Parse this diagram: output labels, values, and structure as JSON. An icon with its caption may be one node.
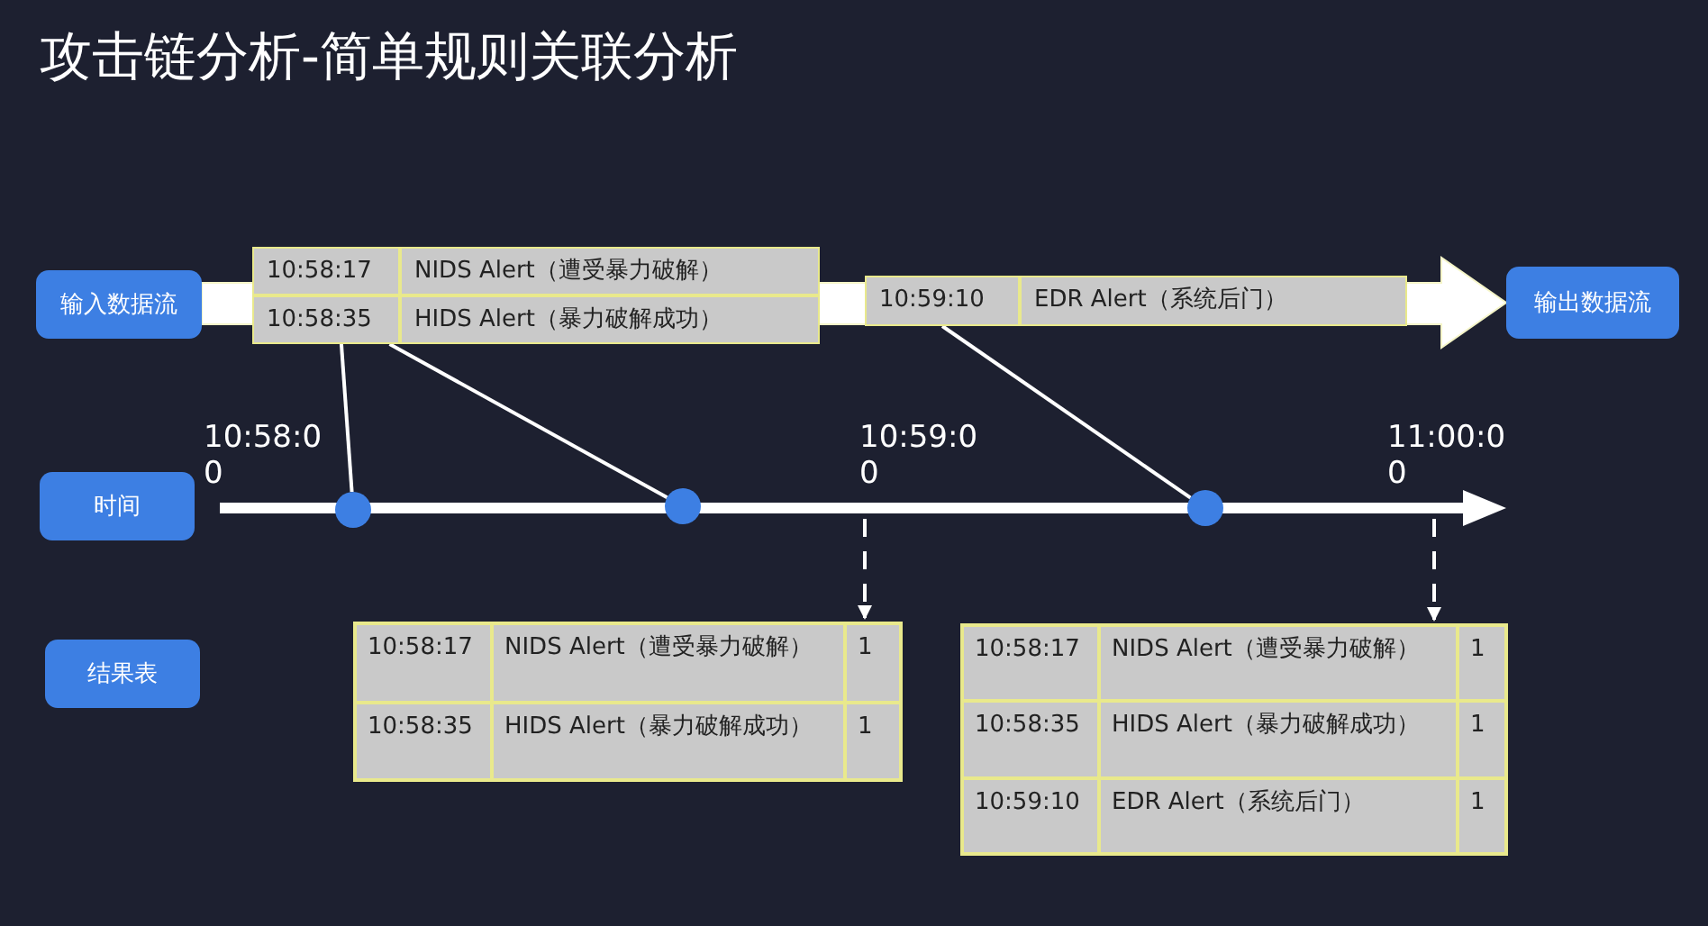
{
  "diagram": {
    "title": "攻击链分析-简单规则关联分析",
    "nodes": [
      {
        "text": [
          "输入数据流"
        ]
      },
      {
        "text": [
          "10:58:17"
        ]
      },
      {
        "text": [
          "10:58:35"
        ]
      },
      {
        "text": [
          "10:59:10"
        ]
      },
      {
        "text": [
          "输出数据流"
        ]
      },
      {
        "text": [
          "时间"
        ]
      },
      {
        "text": [],
        "shape": "circle"
      },
      {
        "text": [],
        "shape": "circle"
      },
      {
        "text": [],
        "shape": "circle"
      },
      {
        "text": [
          "结果表"
        ]
      },
      {
        "text": [],
        "shape": "box"
      },
      {
        "text": [],
        "shape": "box"
      }
    ],
    "edges": [
      {
        "from": 1,
        "to": 6,
        "arrow": "none"
      },
      {
        "from": 2,
        "to": 7,
        "arrow": "none"
      },
      {
        "from": 3,
        "to": 8,
        "arrow": "none"
      },
      {
        "from": null,
        "to": 10,
        "arrow": "to",
        "style": "dashed"
      },
      {
        "from": null,
        "to": 11,
        "arrow": "to",
        "style": "dashed"
      }
    ],
    "labels": [
      "NIDS Alert（遭受暴力破解）",
      "HIDS Alert（暴力破解成功）",
      "EDR Alert（系统后门）",
      "10:58:00",
      "10:59:00",
      "11:00:00",
      "10:58:17",
      "NIDS Alert（遭受暴力破解）",
      "1",
      "10:58:35",
      "HIDS Alert（暴力破解成功）",
      "1",
      "10:58:17",
      "NIDS Alert（遭受暴力破解）",
      "1",
      "10:58:35",
      "HIDS Alert（暴力破解成功）",
      "1",
      "10:59:10",
      "EDR Alert（系统后门）",
      "1"
    ]
  }
}
